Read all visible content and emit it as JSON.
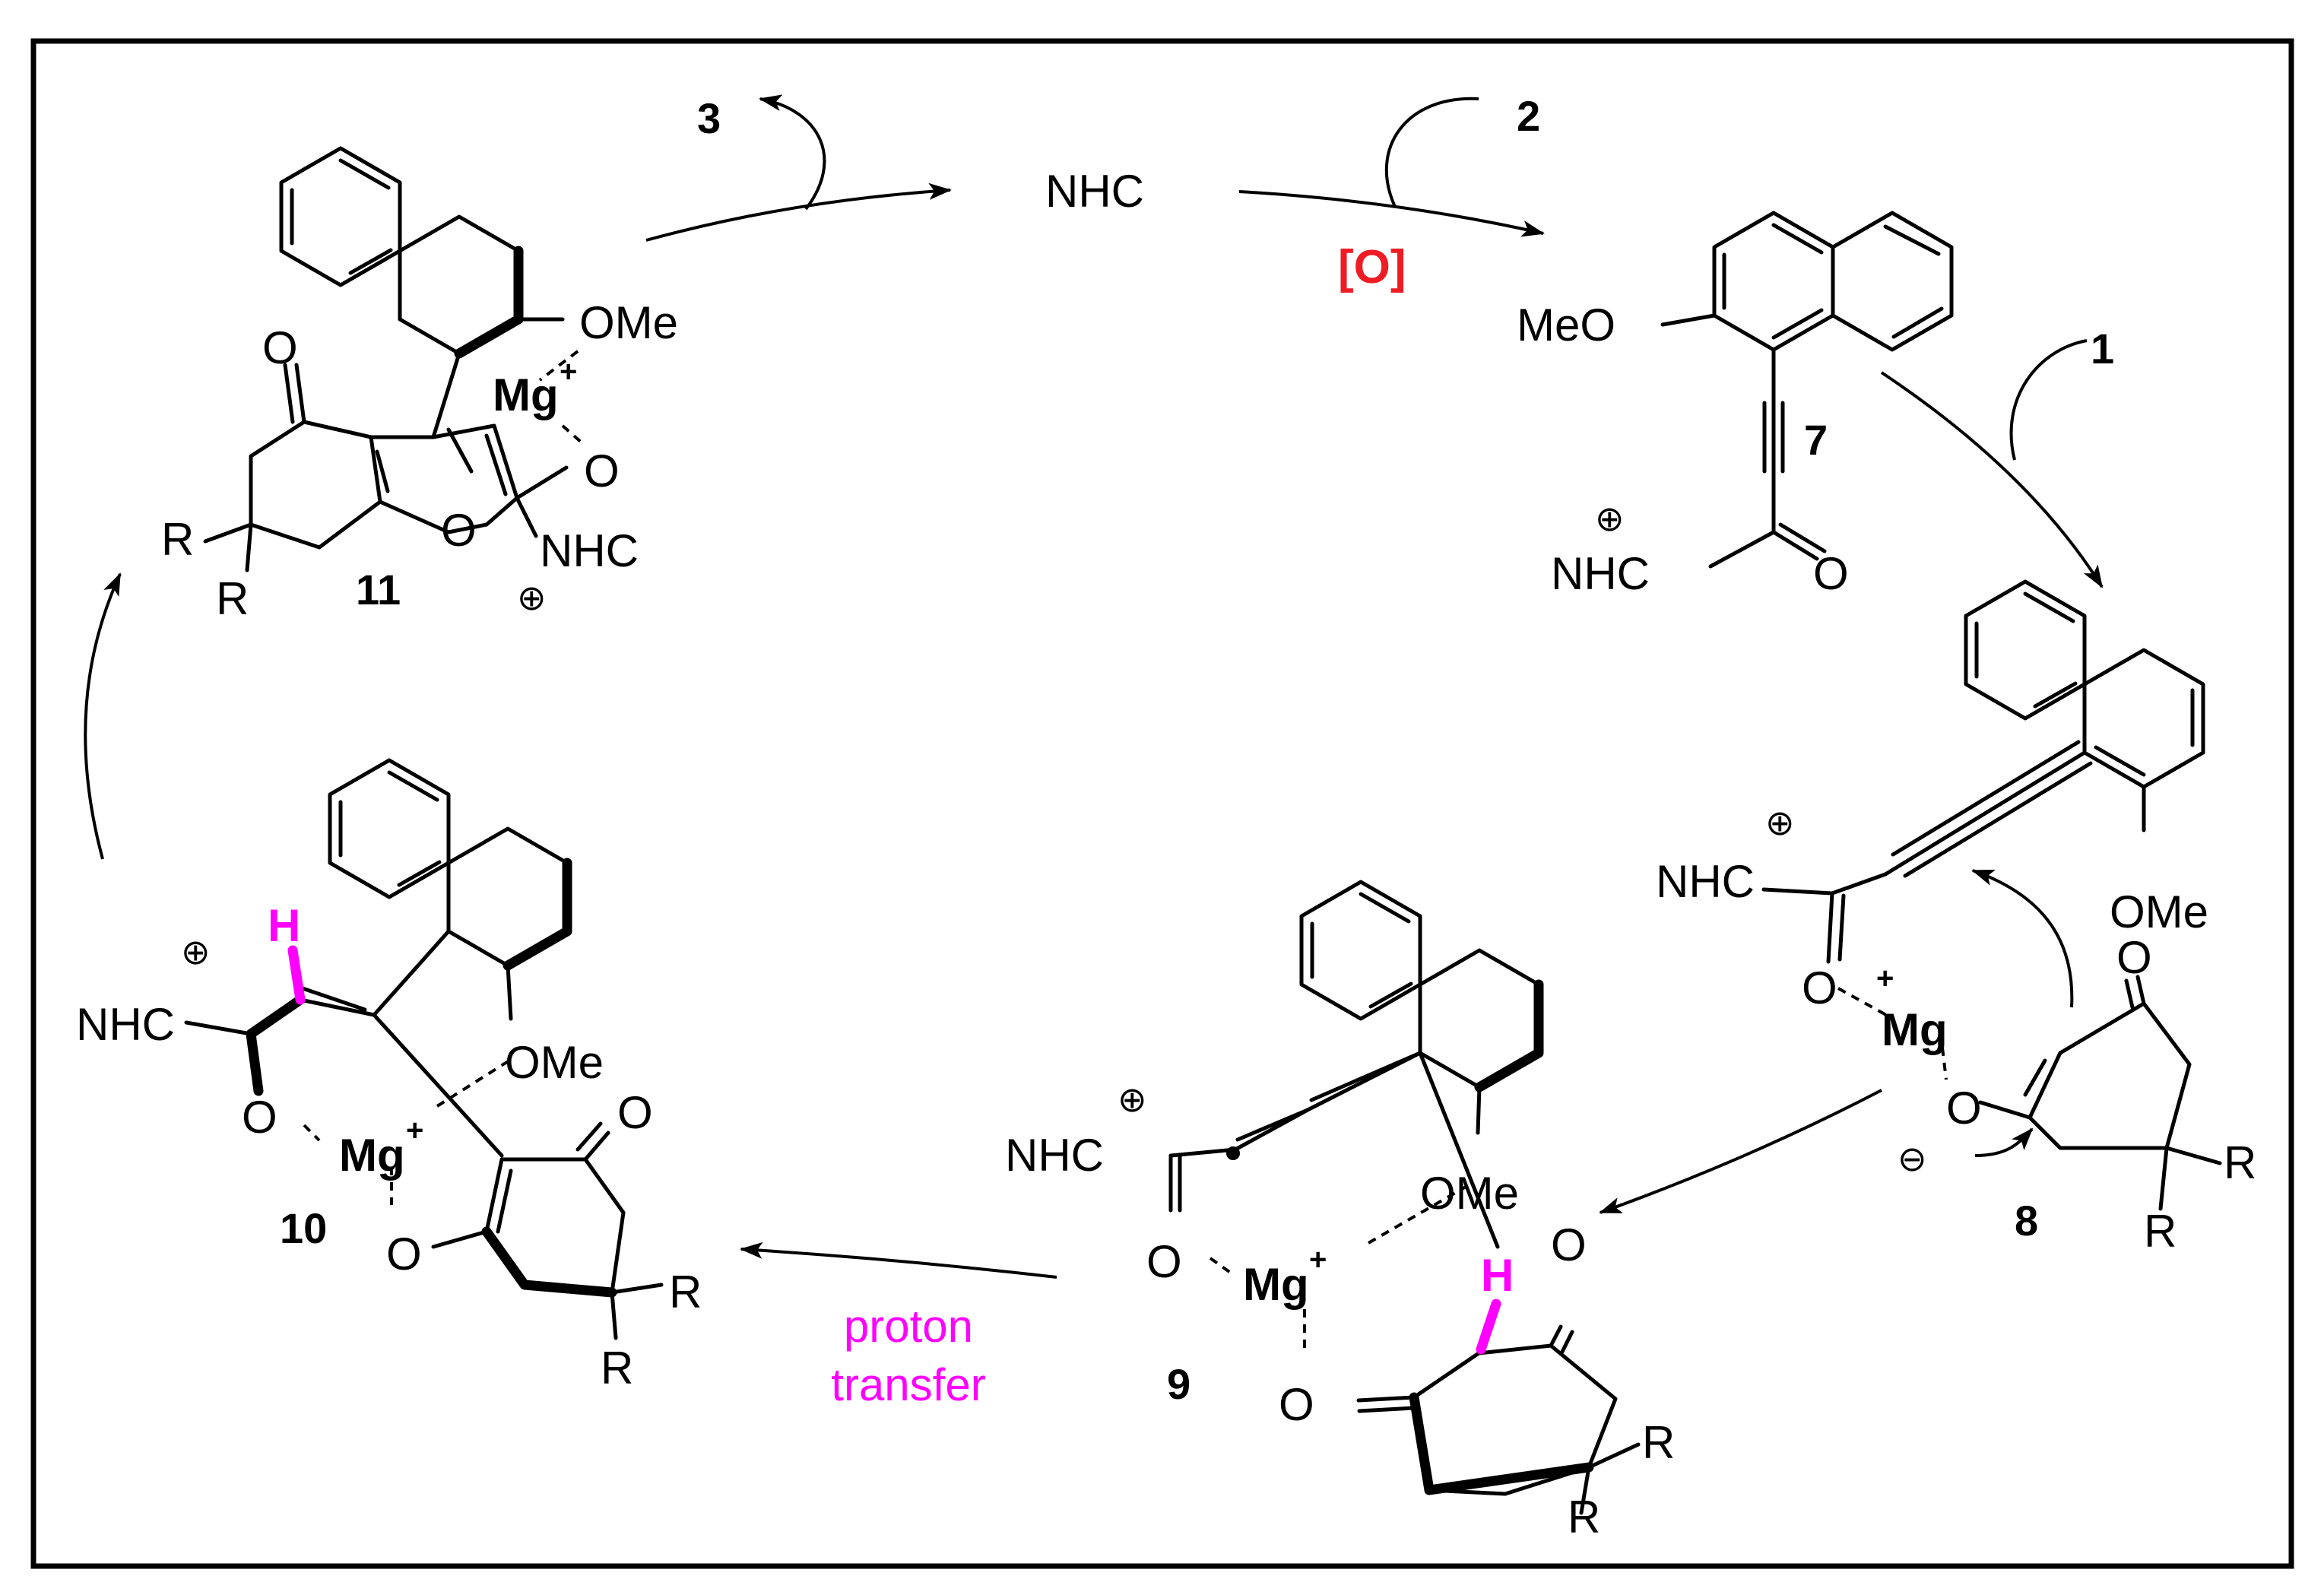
{
  "colors": {
    "frame": "#000000",
    "oxidant": "#ee1c24",
    "highlight": "#ff00ff",
    "ink": "#000000"
  },
  "cycle": {
    "reagents": {
      "r1": "1",
      "r2": "2",
      "r3": "3"
    },
    "catalyst": "NHC",
    "oxidant": "[O]",
    "proton_transfer": [
      "proton",
      "transfer"
    ]
  },
  "compounds": {
    "c7": {
      "id": "7",
      "meo": "MeO",
      "nhc": "NHC",
      "o": "O",
      "charge": "⊕"
    },
    "c8": {
      "id": "8",
      "ome": "OMe",
      "nhc": "NHC",
      "o_acyl": "O",
      "o_ketone": "O",
      "o_enolate": "O",
      "mg": "Mg",
      "mg_charge": "+",
      "r1": "R",
      "r2": "R",
      "charge_pos": "⊕",
      "charge_neg": "⊖"
    },
    "c9": {
      "id": "9",
      "ome": "OMe",
      "nhc": "NHC",
      "o_acyl": "O",
      "o_ketone1": "O",
      "o_ketone2": "O",
      "mg": "Mg",
      "mg_charge": "+",
      "h": "H",
      "r1": "R",
      "r2": "R",
      "charge": "⊕"
    },
    "c10": {
      "id": "10",
      "ome": "OMe",
      "nhc": "NHC",
      "o_acyl": "O",
      "o_ketone": "O",
      "o_enolate": "O",
      "mg": "Mg",
      "mg_charge": "+",
      "h": "H",
      "r1": "R",
      "r2": "R",
      "charge": "⊕"
    },
    "c11": {
      "id": "11",
      "ome": "OMe",
      "nhc": "NHC",
      "o_ketone": "O",
      "o_ring": "O",
      "o_minus": "O",
      "mg": "Mg",
      "mg_charge": "+",
      "r1": "R",
      "r2": "R",
      "charge": "⊕"
    }
  }
}
